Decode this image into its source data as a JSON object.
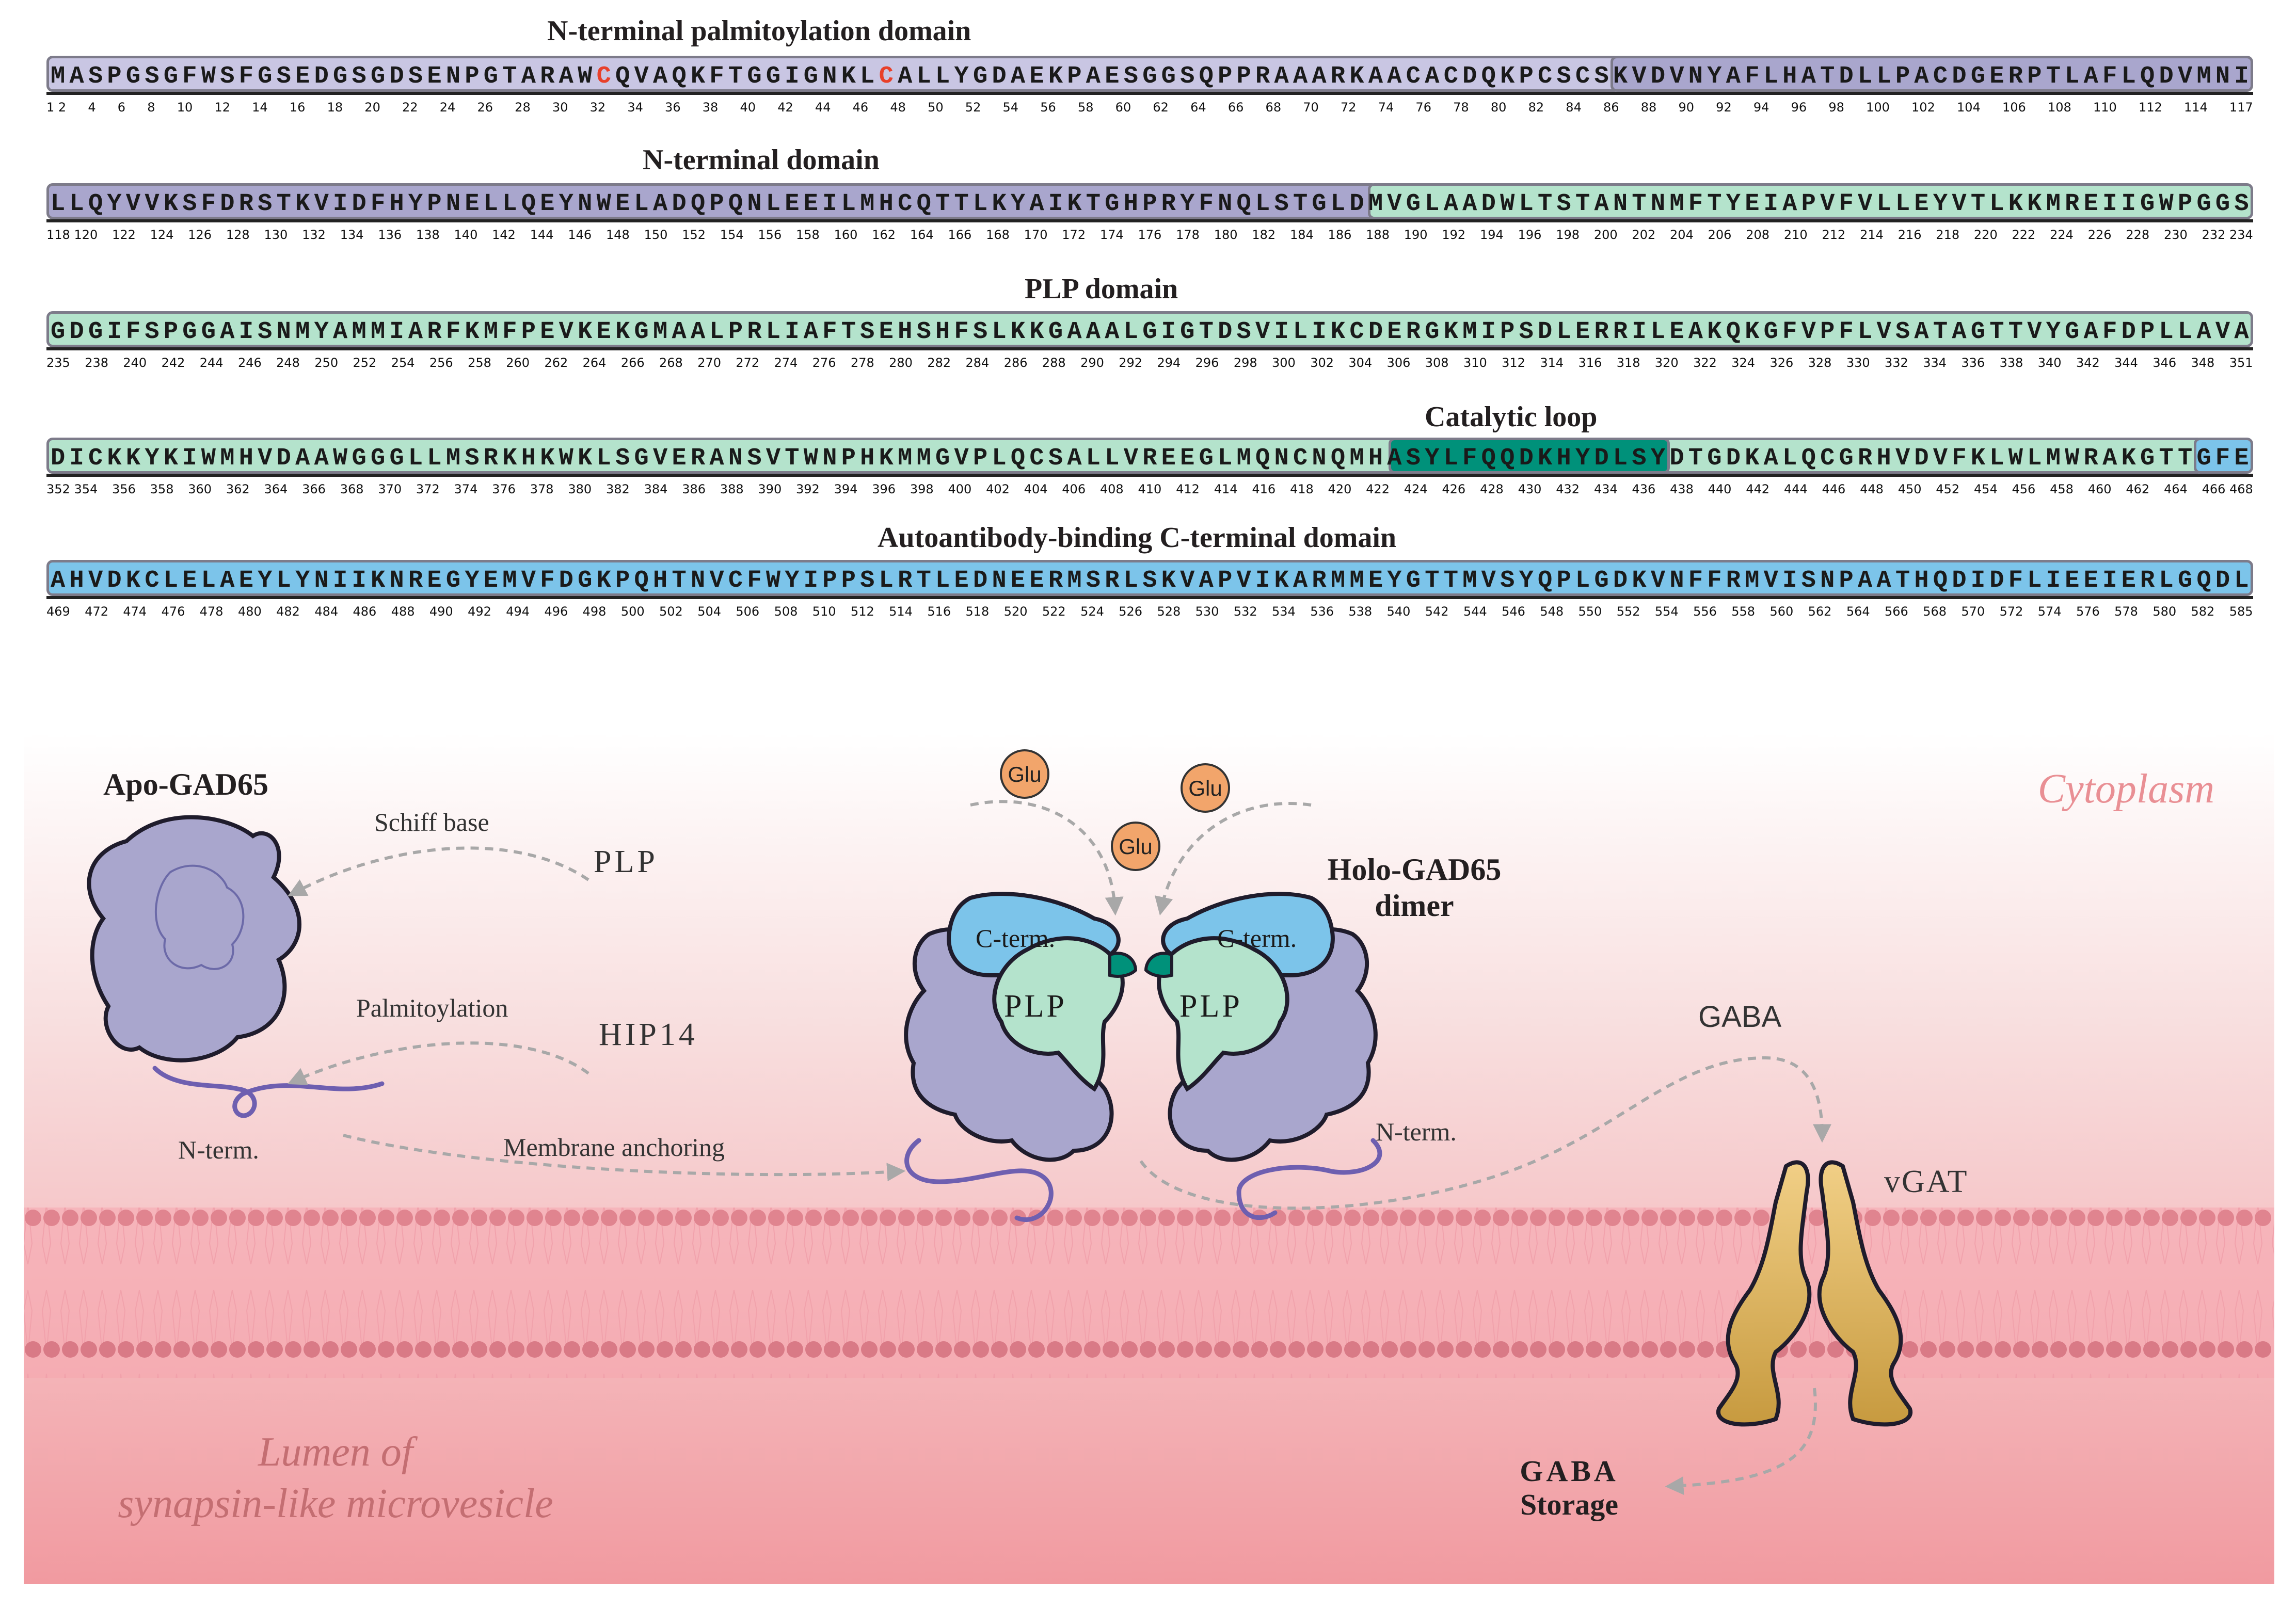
{
  "sequence_panel": {
    "rows": [
      {
        "title": "N-terminal palmitoylation domain",
        "sequence": "MASPGSGFWSFGSEDGSGDSENPGTARAWCQVAQKFTGGIGNKLCALLYGDAEKPAESGGSQPPRAAARKAACACDQKPCSCSKVDVNYAFLHATDLLPACDGERPTLAFLQDVMNI",
        "ticks": [
          "1 2",
          "4",
          "6",
          "8",
          "10",
          "12",
          "14",
          "16",
          "18",
          "20",
          "22",
          "24",
          "26",
          "28",
          "30",
          "32",
          "34",
          "36",
          "38",
          "40",
          "42",
          "44",
          "46",
          "48",
          "50",
          "52",
          "54",
          "56",
          "58",
          "60",
          "62",
          "64",
          "66",
          "68",
          "70",
          "72",
          "74",
          "76",
          "78",
          "80",
          "82",
          "84",
          "86",
          "88",
          "90",
          "92",
          "94",
          "96",
          "98",
          "100",
          "102",
          "104",
          "106",
          "108",
          "110",
          "112",
          "114",
          "117"
        ],
        "highlighted_residues": [
          "C30",
          "C45"
        ]
      },
      {
        "title": "N-terminal domain",
        "sequence": "LLQYVVKSFDRSTKVIDFHYPNELLQEYNWELADQPQNLEEILMHCQTTLKYAIKTGHPRYFNQLSTGLDMVGLAADWLTSTANTNMFTYEIAPVFVLLEYVTLKKMREIIGWPGGS",
        "ticks": [
          "118 120",
          "122",
          "124",
          "126",
          "128",
          "130",
          "132",
          "134",
          "136",
          "138",
          "140",
          "142",
          "144",
          "146",
          "148",
          "150",
          "152",
          "154",
          "156",
          "158",
          "160",
          "162",
          "164",
          "166",
          "168",
          "170",
          "172",
          "174",
          "176",
          "178",
          "180",
          "182",
          "184",
          "186",
          "188",
          "190",
          "192",
          "194",
          "196",
          "198",
          "200",
          "202",
          "204",
          "206",
          "208",
          "210",
          "212",
          "214",
          "216",
          "218",
          "220",
          "222",
          "224",
          "226",
          "228",
          "230",
          "232 234"
        ]
      },
      {
        "title": "PLP domain",
        "sequence": "GDGIFSPGGAISNMYAMMIARFKMFPEVKEKGMAALPRLIAFTSEHSHFSLKKGAAALGIGTDSVILIKCDERGKMIPSDLERRILEAKQKGFVPFLVSATAGTTVYGAFDPLLAVA",
        "ticks": [
          "235",
          "238",
          "240",
          "242",
          "244",
          "246",
          "248",
          "250",
          "252",
          "254",
          "256",
          "258",
          "260",
          "262",
          "264",
          "266",
          "268",
          "270",
          "272",
          "274",
          "276",
          "278",
          "280",
          "282",
          "284",
          "286",
          "288",
          "290",
          "292",
          "294",
          "296",
          "298",
          "300",
          "302",
          "304",
          "306",
          "308",
          "310",
          "312",
          "314",
          "316",
          "318",
          "320",
          "322",
          "324",
          "326",
          "328",
          "330",
          "332",
          "334",
          "336",
          "338",
          "340",
          "342",
          "344",
          "346",
          "348",
          "351"
        ]
      },
      {
        "title": "Catalytic loop",
        "sequence": "DICKKYKIWMHVDAAWGGGLLMSRKHKWKLSGVERANSVTWNPHKMMGVPLQCSALLVREEGLMQNCNQMHASYLFQQDKHYDLSYDTGDKALQCGRHVDVFKLWLMWRAKGTTGFE",
        "ticks": [
          "352 354",
          "356",
          "358",
          "360",
          "362",
          "364",
          "366",
          "368",
          "370",
          "372",
          "374",
          "376",
          "378",
          "380",
          "382",
          "384",
          "386",
          "388",
          "390",
          "392",
          "394",
          "396",
          "398",
          "400",
          "402",
          "404",
          "406",
          "408",
          "410",
          "412",
          "414",
          "416",
          "418",
          "420",
          "422",
          "424",
          "426",
          "428",
          "430",
          "432",
          "434",
          "436",
          "438",
          "440",
          "442",
          "444",
          "446",
          "448",
          "450",
          "452",
          "454",
          "456",
          "458",
          "460",
          "462",
          "464",
          "466 468"
        ]
      },
      {
        "title": "Autoantibody-binding C-terminal domain",
        "sequence": "AHVDKCLELAEYLYNIIKNREGYEMVFDGKPQHTNVCFWYIPPSLRTLEDNEERMSRLSKVAPVIKARMMEYGTTMVSYQPLGDKVNFFRMVISNPAATHQDIDFLIEEIERLGQDL",
        "ticks": [
          "469",
          "472",
          "474",
          "476",
          "478",
          "480",
          "482",
          "484",
          "486",
          "488",
          "490",
          "492",
          "494",
          "496",
          "498",
          "500",
          "502",
          "504",
          "506",
          "508",
          "510",
          "512",
          "514",
          "516",
          "518",
          "520",
          "522",
          "524",
          "526",
          "528",
          "530",
          "532",
          "534",
          "536",
          "538",
          "540",
          "542",
          "544",
          "546",
          "548",
          "550",
          "552",
          "554",
          "556",
          "558",
          "560",
          "562",
          "564",
          "566",
          "568",
          "570",
          "572",
          "574",
          "576",
          "578",
          "580",
          "582",
          "585"
        ]
      }
    ]
  },
  "diagram": {
    "apo_title": "Apo-GAD65",
    "schiff_base": "Schiff base",
    "plp": "PLP",
    "palmitoylation": "Palmitoylation",
    "hip14": "HIP14",
    "n_term_left": "N-term.",
    "membrane_anchoring": "Membrane anchoring",
    "glu1": "Glu",
    "glu2": "Glu",
    "glu3": "Glu",
    "holo_title_line1": "Holo-GAD65",
    "holo_title_line2": "dimer",
    "c_term_left": "C-term.",
    "c_term_right": "C-term.",
    "plp_left": "PLP",
    "plp_right": "PLP",
    "n_term_right": "N-term.",
    "gaba": "GABA",
    "vgat": "vGAT",
    "gaba_storage_line1": "GABA",
    "gaba_storage_line2": "Storage",
    "cytoplasm": "Cytoplasm",
    "lumen_line1": "Lumen of",
    "lumen_line2": "synapsin-like microvesicle"
  },
  "colors": {
    "lavender": "#a9a6cd",
    "mint": "#b4e3cc",
    "teal": "#00917a",
    "blue": "#7cc4ea",
    "gold": "#d7aa4f",
    "red_residue": "#e8402a",
    "cytoplasm_text": "#e98f94",
    "lumen_text": "#c46e72"
  }
}
